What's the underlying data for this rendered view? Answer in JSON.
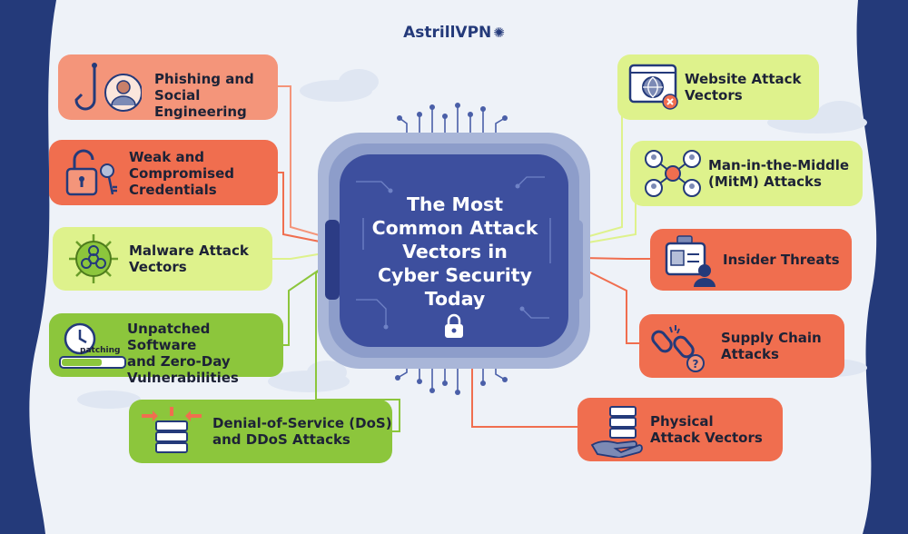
{
  "brand": {
    "name": "AstrillVPN",
    "logo_icon": "star-icon"
  },
  "center": {
    "title": "The Most Common Attack Vectors in Cyber Security Today",
    "lines": [
      "The Most",
      "Common Attack",
      "Vectors in",
      "Cyber Security",
      "Today"
    ],
    "icon": "padlock-icon"
  },
  "colors": {
    "background": "#eef2f8",
    "navy": "#243a7a",
    "chip": "#3d4f9e",
    "salmon": "#f4957a",
    "coral": "#f06e4f",
    "lime": "#def28c",
    "green": "#8cc63c"
  },
  "vectors": [
    {
      "lines": [
        "Phishing and",
        "Social Engineering"
      ],
      "icon": "fishhook-user-icon"
    },
    {
      "lines": [
        "Weak and",
        "Compromised",
        "Credentials"
      ],
      "icon": "open-padlock-keys-icon"
    },
    {
      "lines": [
        "Malware Attack",
        "Vectors"
      ],
      "icon": "biohazard-virus-icon"
    },
    {
      "lines": [
        "Unpatched Software",
        "and Zero-Day",
        "Vulnerabilities"
      ],
      "icon": "patching-clock-icon",
      "icon_text": "patching"
    },
    {
      "lines": [
        "Denial-of-Service (DoS)",
        "and DDoS Attacks"
      ],
      "icon": "server-traffic-icon"
    },
    {
      "lines": [
        "Website Attack",
        "Vectors"
      ],
      "icon": "browser-globe-icon"
    },
    {
      "lines": [
        "Man-in-the-Middle",
        "(MitM) Attacks"
      ],
      "icon": "network-users-icon"
    },
    {
      "lines": [
        "Insider Threats"
      ],
      "icon": "id-badge-icon"
    },
    {
      "lines": [
        "Supply Chain",
        "Attacks"
      ],
      "icon": "broken-chain-icon"
    },
    {
      "lines": [
        "Physical",
        "Attack Vectors"
      ],
      "icon": "hand-server-icon"
    }
  ]
}
